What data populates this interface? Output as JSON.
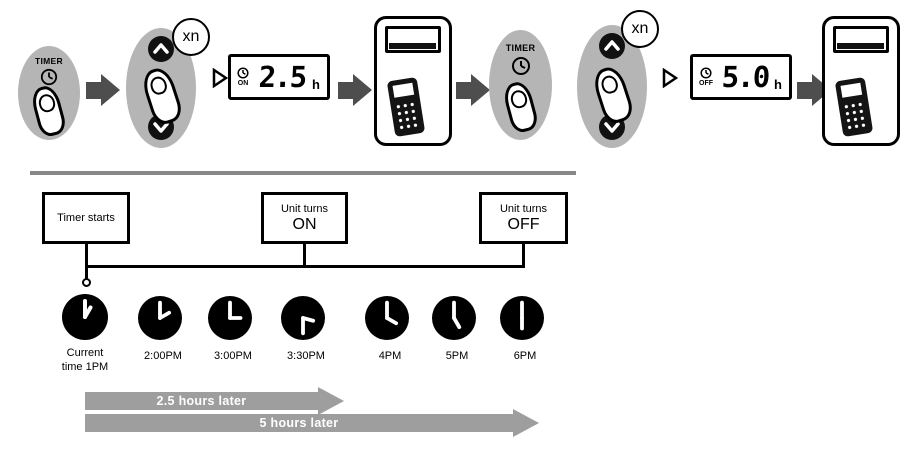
{
  "steps": {
    "timer_label": "TIMER",
    "repeat_label": "xn",
    "lcd_on": {
      "mode": "ON",
      "digits": "2.5",
      "unit": "h"
    },
    "lcd_off": {
      "mode": "OFF",
      "digits": "5.0",
      "unit": "h"
    }
  },
  "timeline": {
    "boxes": {
      "start": {
        "line1": "Timer starts"
      },
      "on": {
        "line1": "Unit turns",
        "line2": "ON"
      },
      "off": {
        "line1": "Unit turns",
        "line2": "OFF"
      }
    },
    "clocks": [
      {
        "time": "1:00 PM",
        "label_line1": "Current",
        "label_line2": "time 1PM"
      },
      {
        "time": "2:00 PM",
        "label": "2:00PM"
      },
      {
        "time": "3:00 PM",
        "label": "3:00PM"
      },
      {
        "time": "3:30 PM",
        "label": "3:30PM"
      },
      {
        "time": "4:00 PM",
        "label": "4PM"
      },
      {
        "time": "5:00 PM",
        "label": "5PM"
      },
      {
        "time": "6:00 PM",
        "label": "6PM"
      }
    ],
    "duration_arrows": [
      {
        "label": "2.5 hours later"
      },
      {
        "label": "5 hours later"
      }
    ]
  },
  "colors": {
    "button_gray": "#b5b5b5",
    "step_arrow_dark": "#4e4e4e",
    "duration_arrow_gray": "#9e9e9e",
    "ink": "#000000",
    "background": "#ffffff"
  }
}
